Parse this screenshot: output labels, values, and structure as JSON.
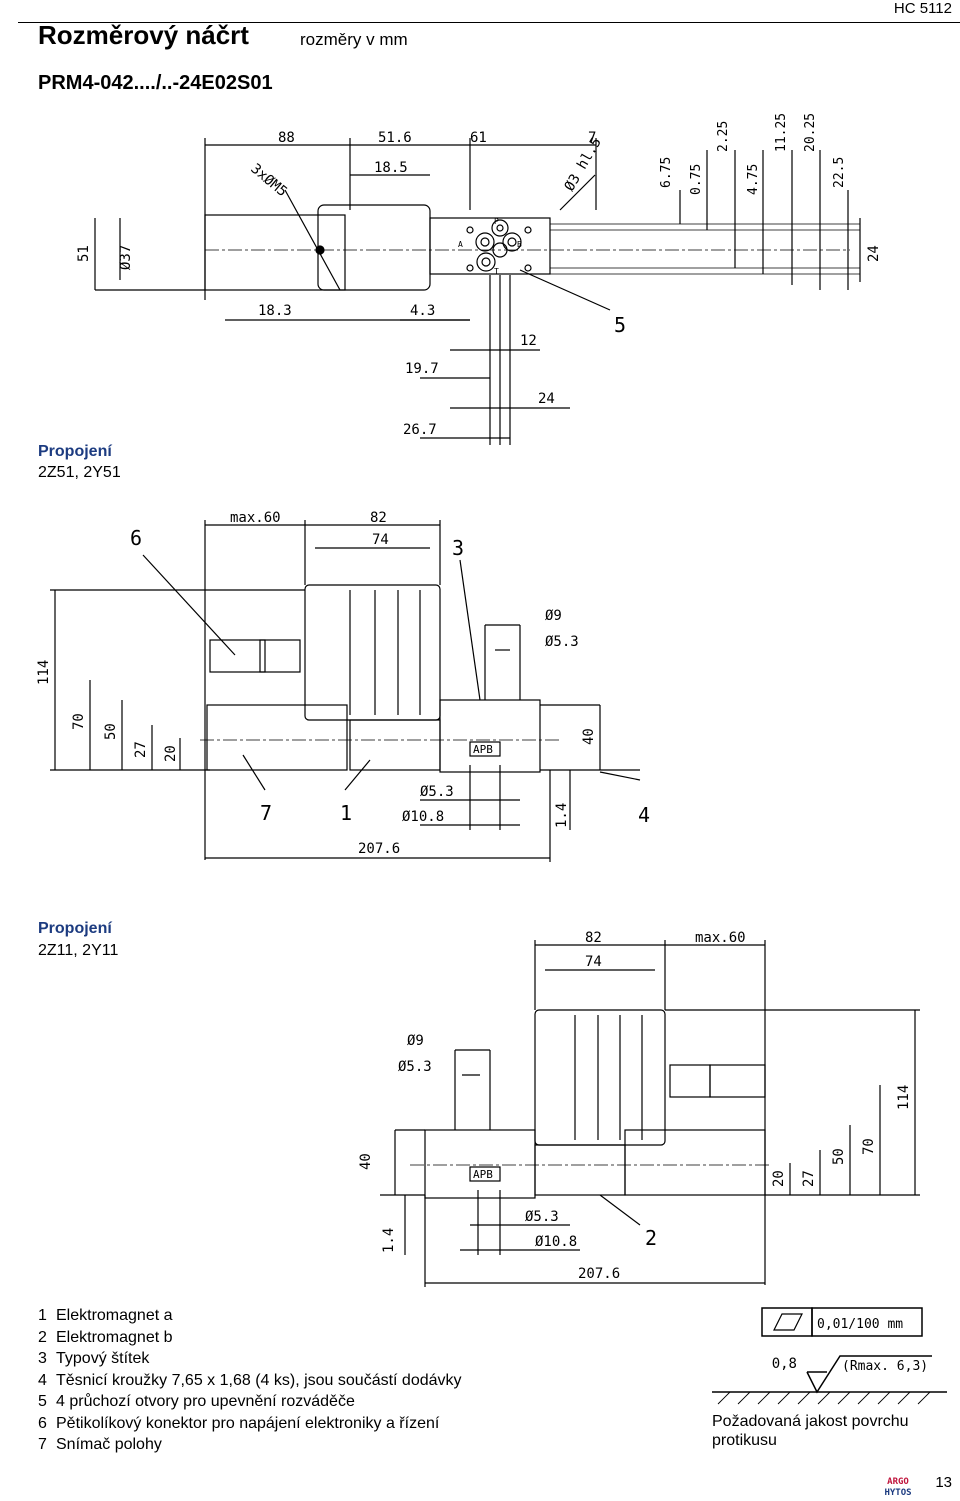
{
  "header": {
    "title": "Rozměrový náčrt",
    "subtitle": "rozměry v mm",
    "code": "HC 5112",
    "model": "PRM4-042..../..-24E02S01"
  },
  "top_view": {
    "dims_top": [
      "88",
      "51.6",
      "61",
      "7",
      "18.5"
    ],
    "thread": "3xØM5",
    "hole": "Ø3 hl.5",
    "dims_right": [
      "6.75",
      "0.75",
      "2.25",
      "4.75",
      "11.25",
      "20.25",
      "22.5"
    ],
    "dims_left": [
      "51",
      "Ø37"
    ],
    "dim_24": "24",
    "port_labels": [
      "P",
      "A",
      "B",
      "T"
    ],
    "dims_bottom": [
      "18.3",
      "4.3",
      "12",
      "19.7",
      "24",
      "26.7"
    ],
    "callout_5": "5"
  },
  "section1": {
    "title": "Propojení",
    "subtitle": "2Z51, 2Y51",
    "dims_top": [
      "max.60",
      "82",
      "74"
    ],
    "callouts": [
      "6",
      "3",
      "7",
      "1",
      "4"
    ],
    "d9": "Ø9",
    "d53": "Ø5.3",
    "dims_left": [
      "114",
      "70",
      "50",
      "27",
      "20"
    ],
    "dim_40": "40",
    "dim_14": "1.4",
    "dims_bottom": [
      "Ø5.3",
      "Ø10.8",
      "207.6"
    ],
    "plate": "APB"
  },
  "section2": {
    "title": "Propojení",
    "subtitle": "2Z11, 2Y11",
    "dims_top": [
      "82",
      "max.60",
      "74"
    ],
    "d9": "Ø9",
    "d53": "Ø5.3",
    "dims_right": [
      "20",
      "27",
      "50",
      "70",
      "114"
    ],
    "dim_40": "40",
    "dim_14": "1.4",
    "dims_bottom": [
      "Ø5.3",
      "Ø10.8",
      "207.6"
    ],
    "callout_2": "2",
    "plate": "APB"
  },
  "legend": [
    {
      "num": "1",
      "text": "Elektromagnet a"
    },
    {
      "num": "2",
      "text": "Elektromagnet b"
    },
    {
      "num": "3",
      "text": "Typový štítek"
    },
    {
      "num": "4",
      "text": "Těsnicí kroužky 7,65 x 1,68 (4 ks), jsou součástí dodávky"
    },
    {
      "num": "5",
      "text": "4 průchozí otvory pro upevnění rozváděče"
    },
    {
      "num": "6",
      "text": "Pětikolíkový konektor pro napájení elektroniky a řízení"
    },
    {
      "num": "7",
      "text": "Snímač polohy"
    }
  ],
  "quality": {
    "flatness": "0,01/100 mm",
    "roughness": "0,8",
    "rmax": "(Rmax. 6,3)",
    "label": "Požadovaná jakost povrchu protikusu"
  },
  "footer": {
    "logo_top": "ARGO",
    "logo_bottom": "HYTOS",
    "page": "13"
  }
}
